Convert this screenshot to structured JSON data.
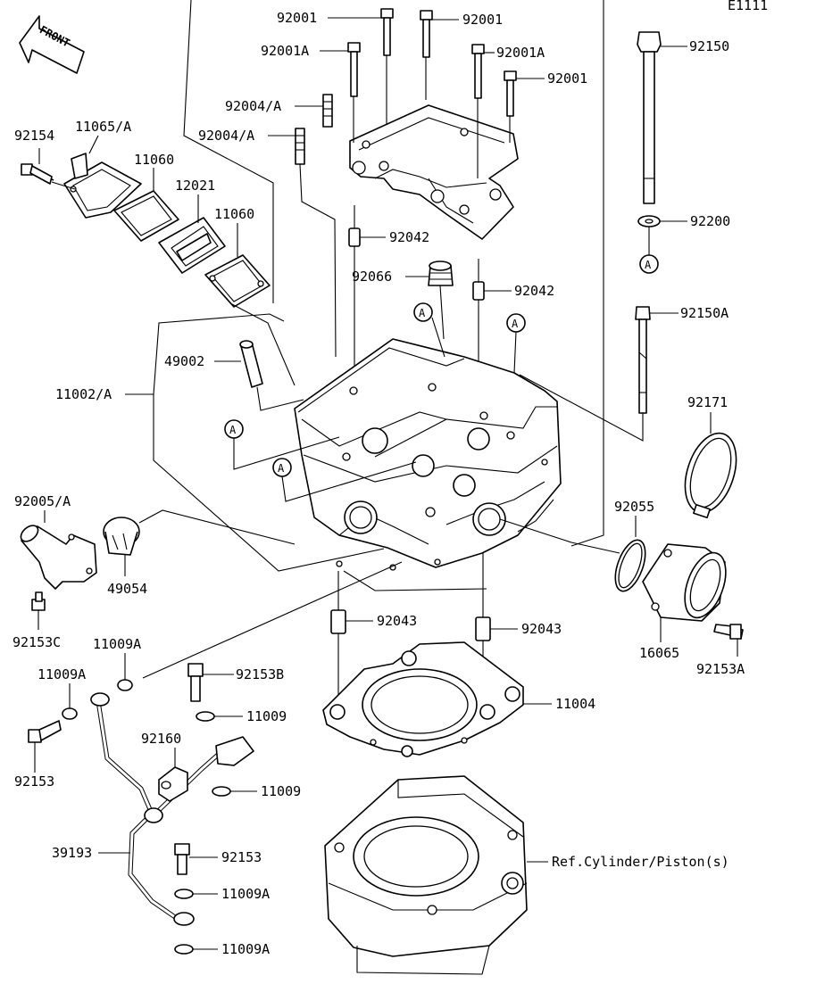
{
  "diagram_code": "E1111",
  "front_label": "FRONT",
  "ref_marker": "A",
  "labels": {
    "p92001_a": "92001",
    "p92001_b": "92001",
    "p92001A_a": "92001A",
    "p92001A_b": "92001A",
    "p92001_c": "92001",
    "p92150": "92150",
    "p92004A_a": "92004/A",
    "p92004A_b": "92004/A",
    "p92154": "92154",
    "p11065A": "11065/A",
    "p11060_a": "11060",
    "p12021": "12021",
    "p11060_b": "11060",
    "p92200": "92200",
    "p92042_a": "92042",
    "p92066": "92066",
    "p92042_b": "92042",
    "p92150A": "92150A",
    "p49002": "49002",
    "p11002A": "11002/A",
    "p92171": "92171",
    "p92005A": "92005/A",
    "p92055": "92055",
    "p49054": "49054",
    "p92153C": "92153C",
    "p92043_a": "92043",
    "p92043_b": "92043",
    "p16065": "16065",
    "p92153A": "92153A",
    "p11009A_a": "11009A",
    "p11009A_b": "11009A",
    "p92153B": "92153B",
    "p11009_a": "11009",
    "p11004": "11004",
    "p92160": "92160",
    "p92153_a": "92153",
    "p11009_b": "11009",
    "p39193": "39193",
    "p92153_b": "92153",
    "p11009A_c": "11009A",
    "p11009A_d": "11009A",
    "ref_cylinder": "Ref.Cylinder/Piston(s)"
  }
}
